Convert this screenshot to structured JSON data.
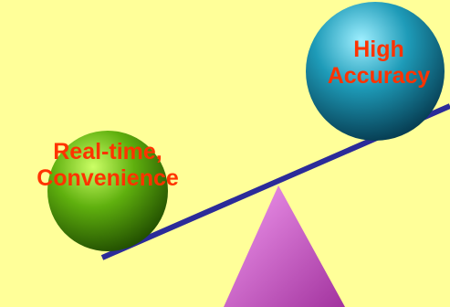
{
  "colors": {
    "background": "#FFFF99",
    "beam": "#2B2B99",
    "label_text": "#FF3300",
    "fulcrum_light": "#F29AF0",
    "fulcrum_dark": "#A2339E",
    "left_ball_light": "#CCFF66",
    "left_ball_mid": "#5FB00E",
    "left_ball_dark": "#1F4A00",
    "right_ball_light": "#9FEFFF",
    "right_ball_mid": "#1E9BB8",
    "right_ball_dark": "#063A4F"
  },
  "balance": {
    "left_label_line1": "Real-time,",
    "left_label_line2": "Convenience",
    "right_label_line1": "High",
    "right_label_line2": "Accuracy"
  }
}
